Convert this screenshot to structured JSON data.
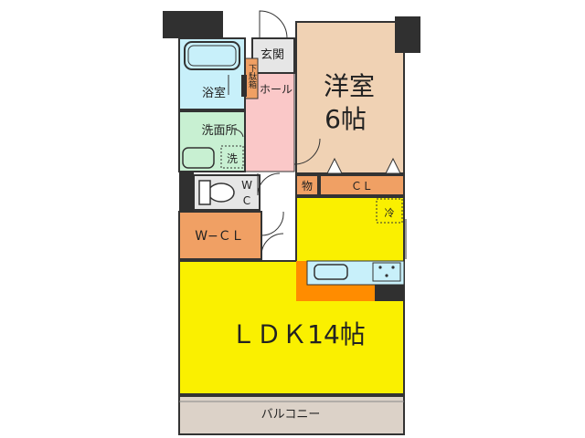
{
  "rooms": {
    "entrance": "玄関",
    "hall": "ホール",
    "shoe_storage": "下駄箱",
    "western_room": "洋室",
    "western_size": "6帖",
    "bath": "浴室",
    "washroom": "洗面所",
    "washer_mark": "洗",
    "toilet_w": "W",
    "toilet_c": "C",
    "storage_mark": "物",
    "closet": "ＣＬ",
    "walkin_closet": "W−ＣＬ",
    "fridge_mark": "冷",
    "ldk": "ＬＤＫ14帖",
    "balcony": "バルコニー"
  },
  "colors": {
    "western_room": "#F0D2B4",
    "hall": "#FAC8C8",
    "bath": "#C8F0FA",
    "washroom": "#C8F0D2",
    "orange_storage": "#F0A064",
    "ldk": "#FAF000",
    "balcony": "#DCD2C8",
    "kitchen_counter": "#FF8C00",
    "dark_pillar": "#303030"
  }
}
